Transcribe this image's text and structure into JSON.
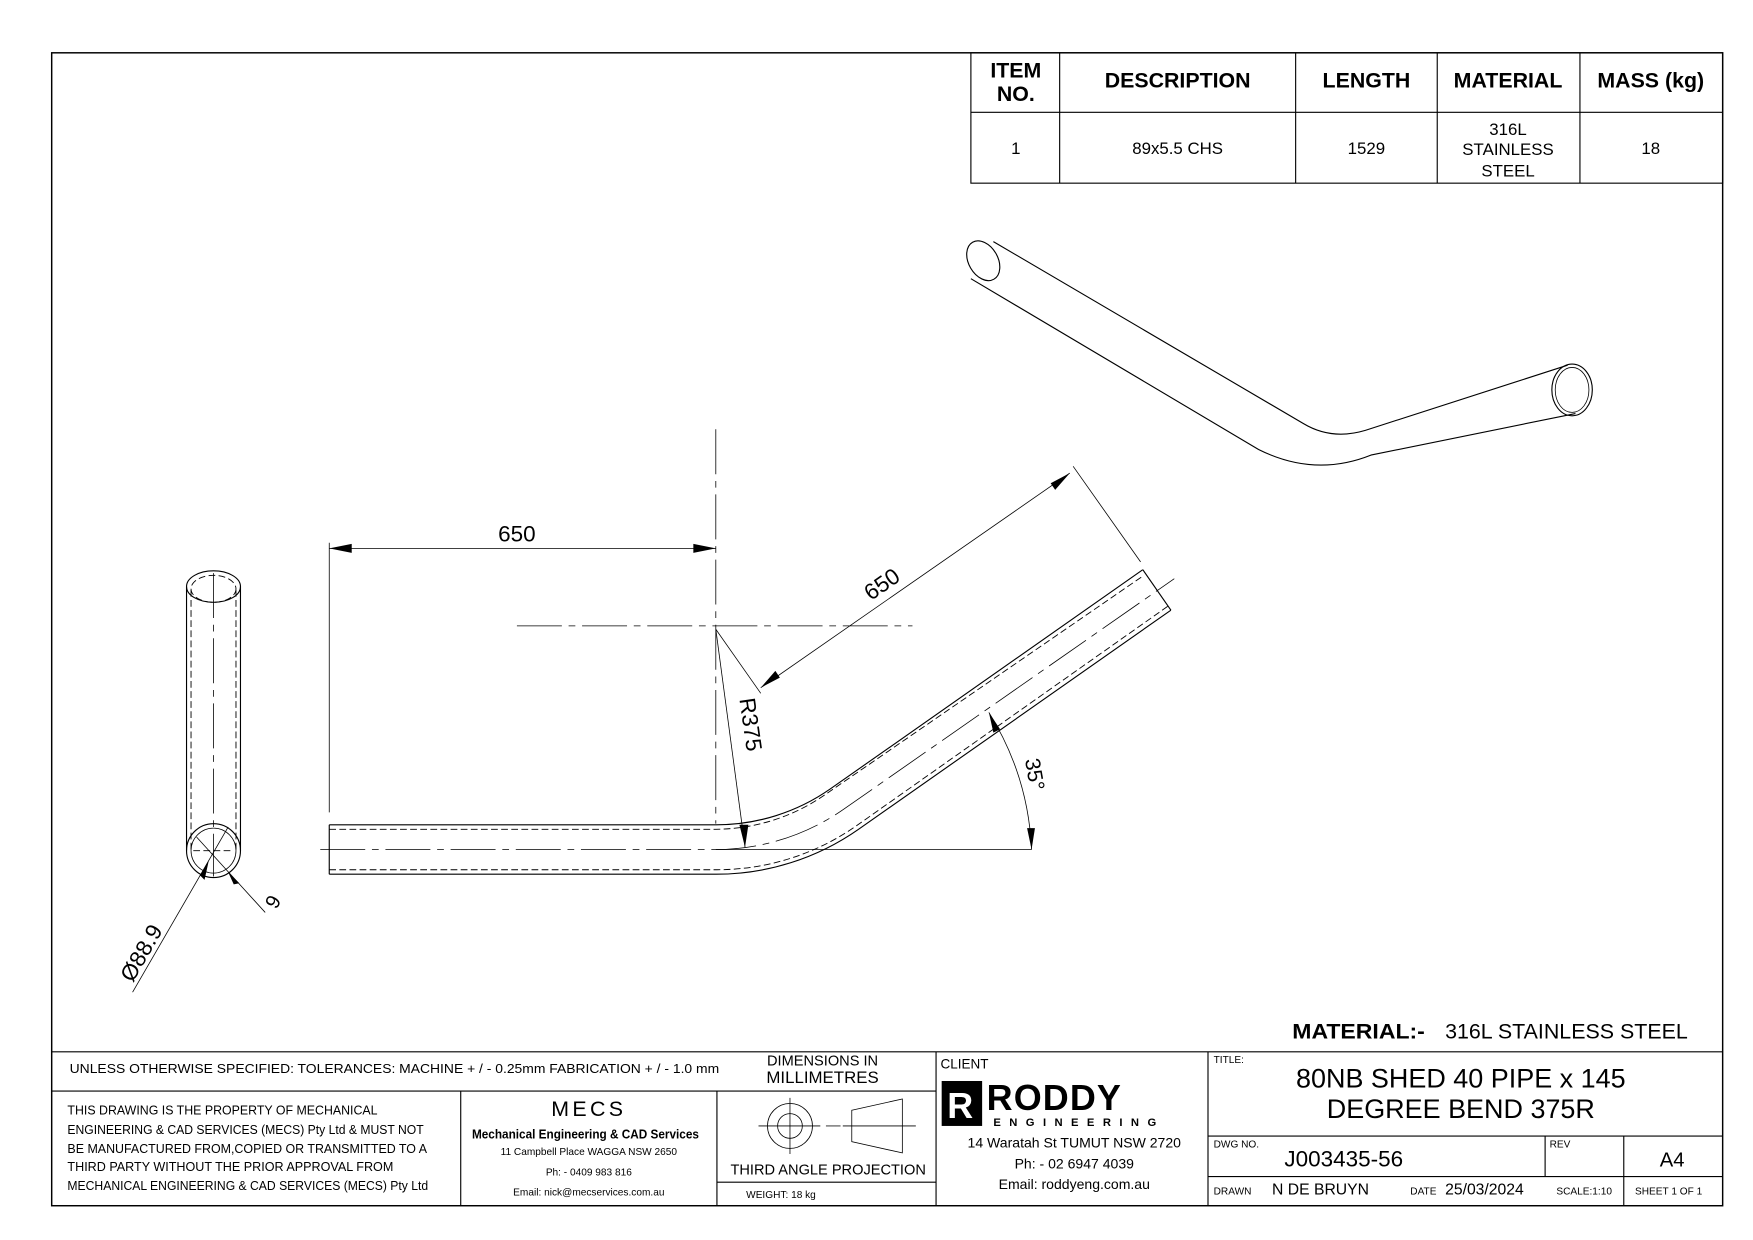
{
  "bom": {
    "headers": [
      "ITEM",
      "NO.",
      "DESCRIPTION",
      "LENGTH",
      "MATERIAL",
      "MASS (kg)"
    ],
    "row": {
      "item": "1",
      "description": "89x5.5 CHS",
      "length": "1529",
      "material": [
        "316L",
        "STAINLESS",
        "STEEL"
      ],
      "mass": "18"
    }
  },
  "dimensions": {
    "straight_length": "650",
    "angled_length": "650",
    "radius": "R375",
    "angle": "35°",
    "diameter": "Ø88.9",
    "wall": "6"
  },
  "material_note": {
    "label": "MATERIAL:-",
    "value": "316L STAINLESS STEEL"
  },
  "title_block": {
    "tolerances": "UNLESS OTHERWISE SPECIFIED: TOLERANCES: MACHINE + / - 0.25mm  FABRICATION + / - 1.0 mm",
    "dimensions_in": [
      "DIMENSIONS IN",
      "MILLIMETRES"
    ],
    "property_notice": [
      "THIS DRAWING IS THE PROPERTY OF MECHANICAL",
      "ENGINEERING & CAD SERVICES (MECS) Pty Ltd & MUST NOT",
      "BE MANUFACTURED FROM,COPIED OR TRANSMITTED TO A",
      "THIRD PARTY WITHOUT THE PRIOR APPROVAL FROM",
      "MECHANICAL ENGINEERING & CAD SERVICES (MECS) Pty Ltd"
    ],
    "mecs": {
      "logo": "MECS",
      "name": "Mechanical Engineering & CAD Services",
      "address": "11 Campbell Place WAGGA NSW 2650",
      "phone": "Ph: - 0409 983 816",
      "email": "Email: nick@mecservices.com.au"
    },
    "projection": "THIRD ANGLE PROJECTION",
    "weight": "WEIGHT: 18 kg",
    "client_label": "CLIENT",
    "client": {
      "logo_main": "RODDY",
      "logo_sub": "ENGINEERING",
      "address": "14 Waratah St TUMUT NSW 2720",
      "phone": "Ph: - 02 6947 4039",
      "email": "Email: roddyeng.com.au"
    },
    "title_label": "TITLE:",
    "title": [
      "80NB SHED 40 PIPE x 145",
      "DEGREE BEND 375R"
    ],
    "dwg_label": "DWG NO.",
    "dwg_no": "J003435-56",
    "rev_label": "REV",
    "size": "A4",
    "drawn_label": "DRAWN",
    "drawn_by": "N DE BRUYN",
    "date_label": "DATE",
    "date": "25/03/2024",
    "scale": "SCALE:1:10",
    "sheet": "SHEET 1 OF 1"
  }
}
